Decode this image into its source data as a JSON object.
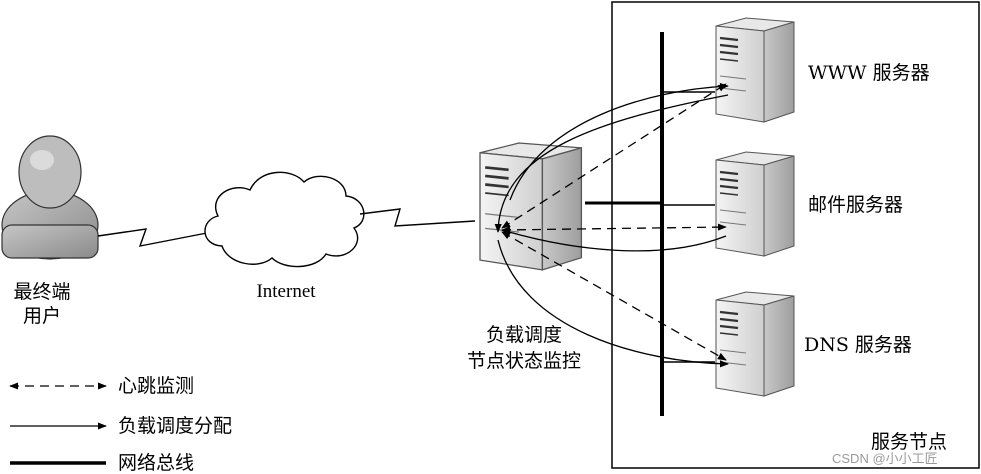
{
  "user": {
    "label_line1": "最终端",
    "label_line2": "用户"
  },
  "internet": {
    "label": "Internet"
  },
  "scheduler": {
    "label_line1": "负载调度",
    "label_line2": "节点状态监控"
  },
  "servers": [
    {
      "label": "WWW 服务器"
    },
    {
      "label": "邮件服务器"
    },
    {
      "label": "DNS 服务器"
    }
  ],
  "service_nodes": {
    "label": "服务节点"
  },
  "legend": [
    {
      "label": "心跳监测",
      "style": "dashed-double-arrow"
    },
    {
      "label": "负载调度分配",
      "style": "solid-arrow"
    },
    {
      "label": "网络总线",
      "style": "thick-line"
    }
  ],
  "watermark": "CSDN @小小工匠",
  "colors": {
    "ink": "#000000",
    "server_light": "#e4e4e4",
    "server_dark": "#b4b4b4",
    "person": "#a3a3a3",
    "watermark": "#9a9a9a"
  }
}
